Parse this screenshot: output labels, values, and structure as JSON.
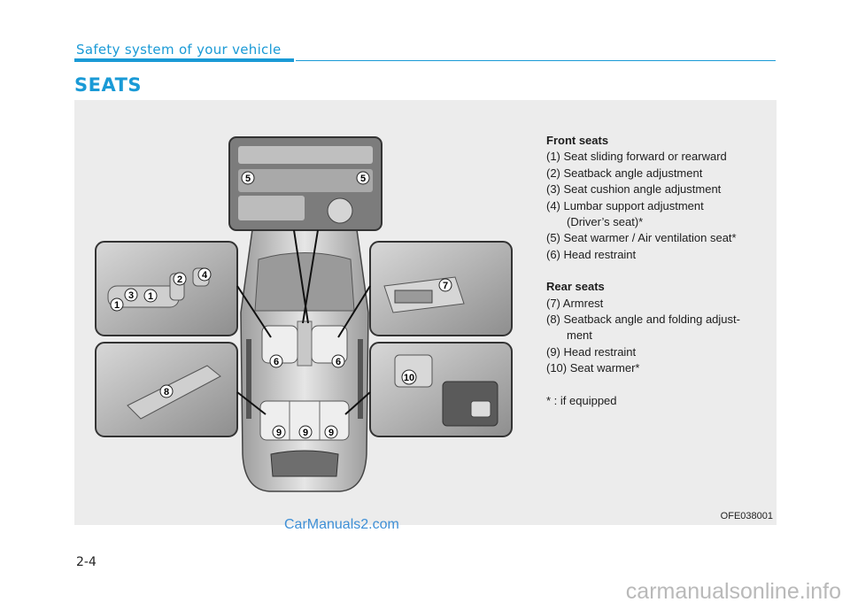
{
  "header": {
    "section_title": "Safety system of your vehicle"
  },
  "page_heading": "SEATS",
  "figure": {
    "legend": {
      "front_heading": "Front seats",
      "front_items": [
        "(1) Seat sliding forward or rearward",
        "(2) Seatback angle adjustment",
        "(3) Seat cushion angle adjustment",
        "(4) Lumbar support adjustment",
        "(Driver’s seat)*",
        "(5) Seat warmer / Air ventilation seat*",
        "(6) Head restraint"
      ],
      "rear_heading": "Rear seats",
      "rear_items": [
        "(7) Armrest",
        "(8) Seatback angle and folding adjust-",
        "ment",
        "(9) Head restraint",
        "(10) Seat warmer*"
      ],
      "footnote": "* : if equipped"
    },
    "callouts": [
      "1",
      "3",
      "1",
      "2",
      "4",
      "5",
      "5",
      "6",
      "6",
      "7",
      "8",
      "9",
      "9",
      "9",
      "10"
    ],
    "code": "OFE038001"
  },
  "watermark": "CarManuals2.com",
  "footer": {
    "page_number": "2-4",
    "site_watermark": "carmanualsonline.info"
  },
  "colors": {
    "accent": "#1a9ad6",
    "panel": "#ececec"
  }
}
